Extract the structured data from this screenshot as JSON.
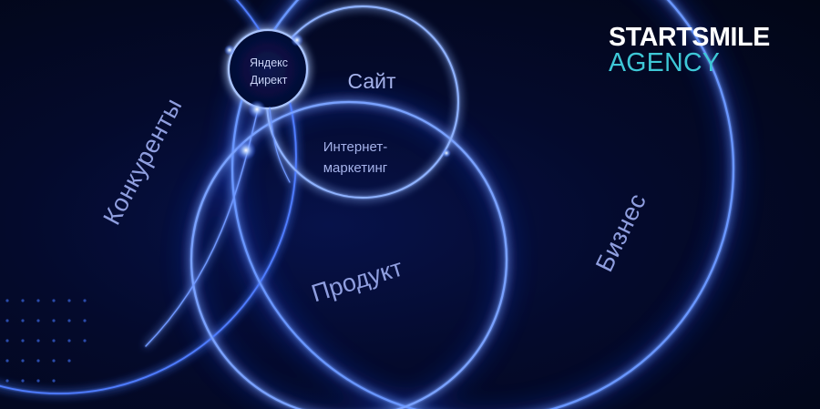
{
  "diagram": {
    "circles": {
      "competitors": {
        "label": "Конкуренты"
      },
      "business": {
        "label": "Бизнес"
      },
      "product": {
        "label": "Продукт"
      },
      "site": {
        "label": "Сайт"
      },
      "internet_marketing": {
        "label_line1": "Интернет-",
        "label_line2": "маркетинг"
      },
      "yandex_direct": {
        "label_line1": "Яндекс",
        "label_line2": "Директ"
      }
    },
    "colors": {
      "ring": "#5b8cff",
      "ring_glow": "#2f5cff",
      "label": "#8f9edf",
      "background": "#040a2c"
    }
  },
  "brand": {
    "line1": "STARTSMILE",
    "line2": "AGENCY",
    "color_primary": "#ffffff",
    "color_accent": "#3ec7d6"
  }
}
